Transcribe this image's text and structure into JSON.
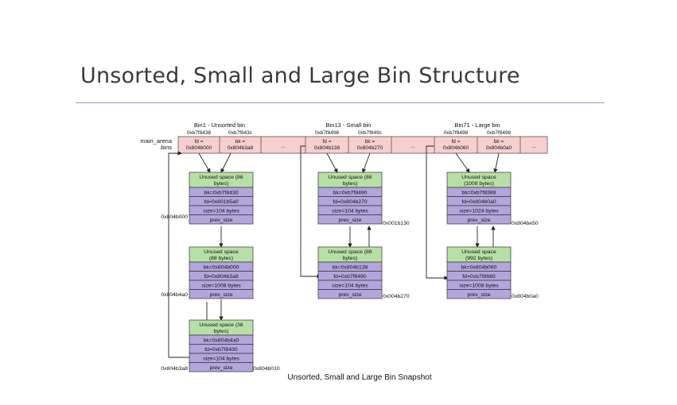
{
  "slide": {
    "title": "Unsorted, Small and Large Bin Structure"
  },
  "diagram": {
    "left_labels": [
      "main_arena",
      ".bins"
    ],
    "ellipsis": "...",
    "bins": [
      {
        "title": "Bin1 - Unsorted bin",
        "addr_fd": "0xb7f8438",
        "addr_bk": "0xb7f843c",
        "fd": "fd =\n0x804b000",
        "bk": "bk =\n0x804b3a8"
      },
      {
        "title": "Bin13 - Small bin",
        "addr_fd": "0xb7f8498",
        "addr_bk": "0xb7f849c",
        "fd": "fd =\n0x804b138",
        "bk": "bk =\n0x804b270"
      },
      {
        "title": "Bin71 - Large bin",
        "addr_fd": "0xb7f8498",
        "addr_bk": "0xb7f8498",
        "fd": "fd =\n0x804b060",
        "bk": "bk =\n0x804b0a0"
      }
    ],
    "chunks": [
      {
        "head": [
          "Unused space (88",
          "bytes)"
        ],
        "rows": [
          "bk=0xb7f8430",
          "fd=0x801b5a0",
          "size=104 bytes",
          "prev_size"
        ],
        "addr": "0x804b000"
      },
      {
        "head": [
          "Unused space",
          "(88 bytes)"
        ],
        "rows": [
          "bk=0x804b000",
          "fd=0x804b3a8",
          "size=1008 bytes",
          "prev_size"
        ],
        "addr": "0x804b4a0"
      },
      {
        "head": [
          "Unused space (38",
          "bytes)"
        ],
        "rows": [
          "bk=0x804b4a0",
          "fd=0xb7f8430",
          "size=104 bytes",
          "prev_size"
        ],
        "addr": "0x804b3a8",
        "addr2": "0x804b010"
      },
      {
        "head": [
          "Unused space (88",
          "bytes)"
        ],
        "rows": [
          "bk=0xb7f8490",
          "fd=0x804b270",
          "size=104 bytes",
          "prev_size"
        ],
        "addr": "0x001b130"
      },
      {
        "head": [
          "Unused space (88",
          "bytes)"
        ],
        "rows": [
          "bk=0x804b138",
          "fd=0xb7f8490",
          "size=104 bytes",
          "prev_size"
        ],
        "addr": "0x004b270"
      },
      {
        "head": [
          "Unused space",
          "(1008 bytes)"
        ],
        "rows": [
          "bk=0xb7f8388",
          "fd=0x804b0a0",
          "size=1024 bytes",
          "prev_size"
        ],
        "addr": "0x804be50"
      },
      {
        "head": [
          "Unused space",
          "(992 bytes)"
        ],
        "rows": [
          "bk=0x804b060",
          "fd=0xb7f8660",
          "size=1008 bytes",
          "prev_size"
        ],
        "addr": "0x804b0a0"
      }
    ],
    "caption": "Unsorted, Small and Large Bin Snapshot"
  },
  "colors": {
    "bin_fill": "#f7cfcf",
    "chunk_head": "#b7e0a6",
    "chunk_row": "#b3a6dc",
    "line": "#222222",
    "rule": "#8ea6c4"
  }
}
